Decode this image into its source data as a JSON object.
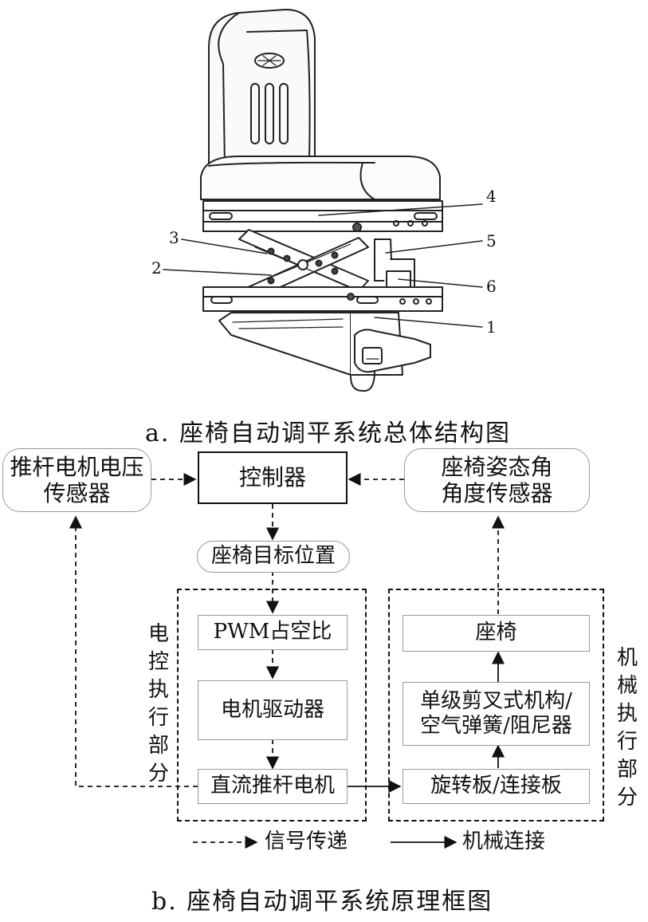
{
  "figure_a": {
    "caption": "a. 座椅自动调平系统总体结构图",
    "callouts": [
      "4",
      "3",
      "5",
      "2",
      "6",
      "1"
    ]
  },
  "figure_b": {
    "caption": "b. 座椅自动调平系统原理框图",
    "nodes": {
      "voltage_sensor": "推杆电机电压\n传感器",
      "controller": "控制器",
      "attitude_sensor": "座椅姿态角\n角度传感器",
      "target_position": "座椅目标位置",
      "pwm": "PWM占空比",
      "motor_driver": "电机驱动器",
      "dc_motor": "直流推杆电机",
      "seat": "座椅",
      "scissor": "单级剪叉式机构/\n空气弹簧/阻尼器",
      "plate": "旋转板/连接板"
    },
    "groups": {
      "electric": "电控执行部分",
      "mechanical": "机械执行部分"
    },
    "legend": {
      "signal": "信号传递",
      "mechanical": "机械连接"
    }
  }
}
